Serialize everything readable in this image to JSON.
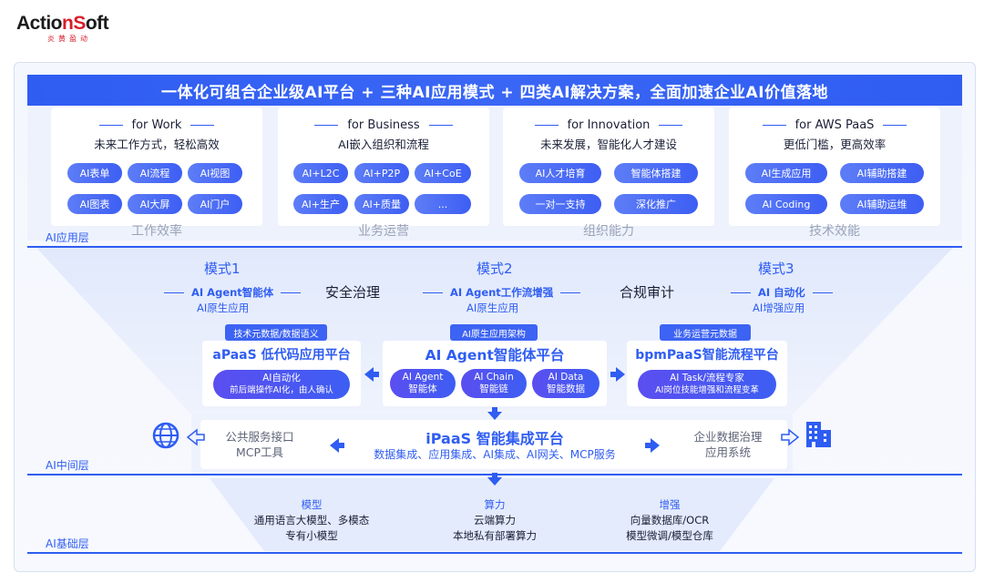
{
  "logo": {
    "text_a": "Actio",
    "text_b": "n",
    "text_c": "S",
    "text_d": "oft",
    "sub": "炎黄盈动"
  },
  "banner": {
    "title": "一体化可组合企业级AI平台 + 三种AI应用模式 + 四类AI解决方案，全面加速企业AI价值落地"
  },
  "cards": [
    {
      "title": "for Work",
      "subtitle": "未来工作方式，轻松高效",
      "footer": "工作效率",
      "pills": [
        "AI表单",
        "AI流程",
        "AI视图",
        "AI图表",
        "AI大屏",
        "AI门户"
      ]
    },
    {
      "title": "for Business",
      "subtitle": "AI嵌入组织和流程",
      "footer": "业务运营",
      "pills": [
        "AI+L2C",
        "AI+P2P",
        "AI+CoE",
        "AI+生产",
        "AI+质量",
        "..."
      ]
    },
    {
      "title": "for Innovation",
      "subtitle": "未来发展，智能化人才建设",
      "footer": "组织能力",
      "pills": [
        "AI人才培育",
        "智能体搭建",
        "一对一支持",
        "深化推广"
      ]
    },
    {
      "title": "for AWS PaaS",
      "subtitle": "更低门槛，更高效率",
      "footer": "技术效能",
      "pills": [
        "AI生成应用",
        "AI辅助搭建",
        "AI Coding",
        "AI辅助运维"
      ]
    }
  ],
  "layers": {
    "app": "AI应用层",
    "middle": "AI中间层",
    "base": "AI基础层"
  },
  "modes": [
    {
      "title": "模式1",
      "sub": "AI Agent智能体",
      "sub2": "AI原生应用"
    },
    {
      "title": "模式2",
      "sub": "AI Agent工作流增强",
      "sub2": "AI原生应用"
    },
    {
      "title": "模式3",
      "sub": "AI 自动化",
      "sub2": "AI增强应用"
    }
  ],
  "between": {
    "left": "安全治理",
    "right": "合规审计"
  },
  "platforms": {
    "apaas": {
      "tag": "技术元数据/数据语义",
      "title": "aPaaS 低代码应用平台",
      "pill_l1": "AI自动化",
      "pill_l2": "前后端操作AI化，由人确认"
    },
    "agent": {
      "tag": "AI原生应用架构",
      "title": "AI Agent智能体平台",
      "pills": [
        {
          "l1": "AI Agent",
          "l2": "智能体"
        },
        {
          "l1": "AI Chain",
          "l2": "智能链"
        },
        {
          "l1": "AI Data",
          "l2": "智能数据"
        }
      ]
    },
    "bpm": {
      "tag": "业务运营元数据",
      "title": "bpmPaaS智能流程平台",
      "pill_l1": "AI Task/流程专家",
      "pill_l2": "AI岗位技能增强和流程变革"
    },
    "ipaas": {
      "title": "iPaaS 智能集成平台",
      "subtitle": "数据集成、应用集成、AI集成、AI网关、MCP服务"
    }
  },
  "sides": {
    "left_l1": "公共服务接口",
    "left_l2": "MCP工具",
    "right_l1": "企业数据治理",
    "right_l2": "应用系统"
  },
  "icons": {
    "globe": "globe-icon",
    "building": "building-icon"
  },
  "base": [
    {
      "head": "模型",
      "l1": "通用语言大模型、多模态",
      "l2": "专有小模型"
    },
    {
      "head": "算力",
      "l1": "云端算力",
      "l2": "本地私有部署算力"
    },
    {
      "head": "增强",
      "l1": "向量数据库/OCR",
      "l2": "模型微调/模型仓库"
    }
  ],
  "colors": {
    "primary": "#2f5df2",
    "logo_red": "#d81e2a"
  }
}
